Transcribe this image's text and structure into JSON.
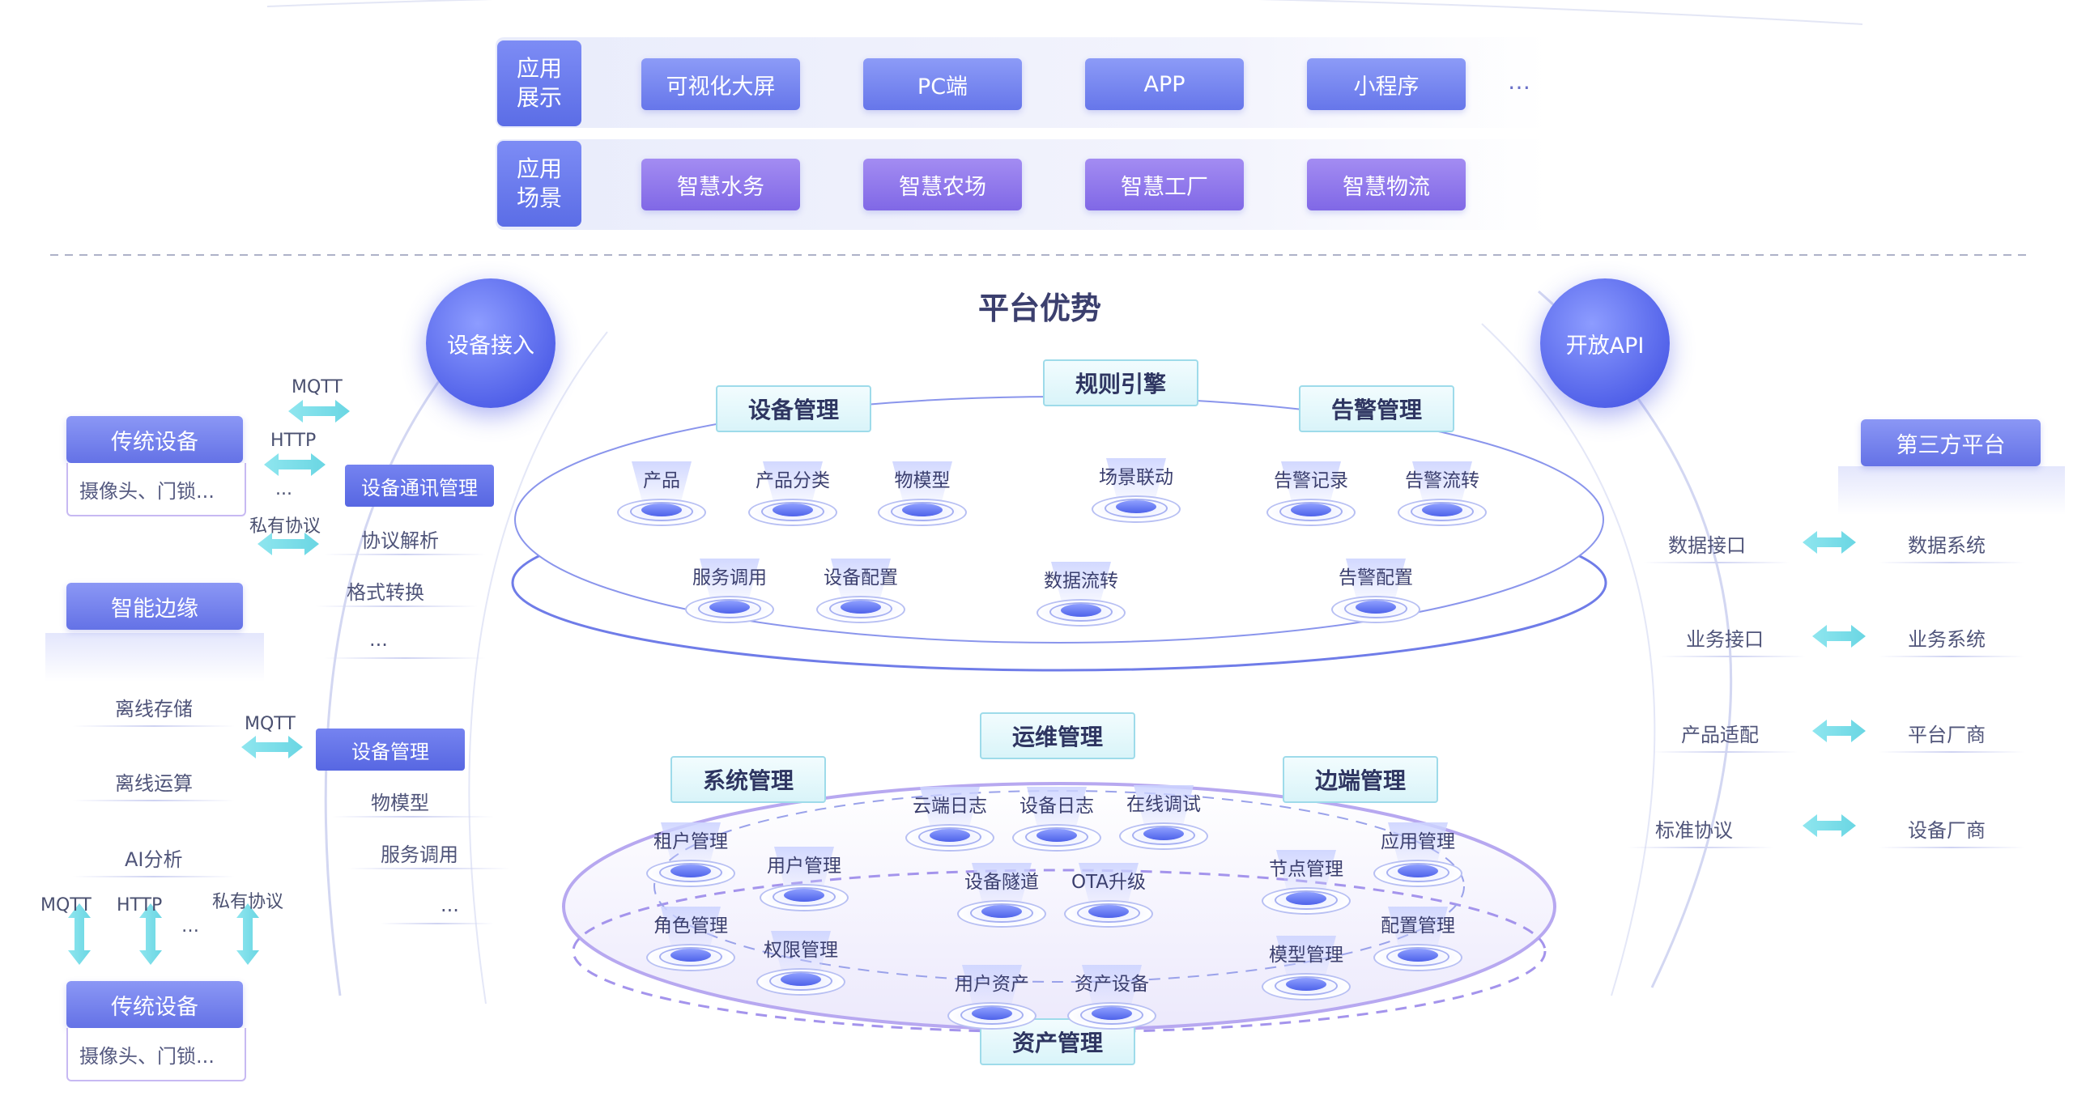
{
  "top": {
    "display_label": "应用\n展示",
    "display_items": [
      "可视化大屏",
      "PC端",
      "APP",
      "小程序"
    ],
    "display_more": "…",
    "scene_label": "应用\n场景",
    "scene_items": [
      "智慧水务",
      "智慧农场",
      "智慧工厂",
      "智慧物流"
    ]
  },
  "center_title": "平台优势",
  "device_access": "设备接入",
  "open_api": "开放API",
  "left": {
    "traditional_title": "传统设备",
    "traditional_sub": "摄像头、门锁...",
    "edge_title": "智能边缘",
    "edge_items": [
      "离线存储",
      "离线运算",
      "AI分析"
    ],
    "bottom_title": "传统设备",
    "bottom_sub": "摄像头、门锁...",
    "protocols_top": [
      "MQTT",
      "HTTP",
      "...",
      "私有协议"
    ],
    "protocol_mid": "MQTT",
    "vert_protocols": [
      "MQTT",
      "HTTP",
      "…",
      "私有协议"
    ]
  },
  "access": {
    "comm_title": "设备通讯管理",
    "comm_items": [
      "协议解析",
      "格式转换",
      "..."
    ],
    "dev_title": "设备管理",
    "dev_items": [
      "物模型",
      "服务调用",
      "..."
    ]
  },
  "upper": {
    "boxes": [
      "设备管理",
      "规则引擎",
      "告警管理"
    ],
    "nodes": [
      "产品",
      "产品分类",
      "物模型",
      "场景联动",
      "告警记录",
      "告警流转",
      "服务调用",
      "设备配置",
      "数据流转",
      "告警配置"
    ]
  },
  "lower": {
    "boxes": [
      "运维管理",
      "系统管理",
      "边端管理",
      "资产管理"
    ],
    "nodes": [
      "云端日志",
      "设备日志",
      "在线调试",
      "租户管理",
      "用户管理",
      "应用管理",
      "设备隧道",
      "OTA升级",
      "节点管理",
      "角色管理",
      "配置管理",
      "权限管理",
      "模型管理",
      "用户资产",
      "资产设备"
    ]
  },
  "api": {
    "items": [
      "数据接口",
      "业务接口",
      "产品适配",
      "标准协议"
    ]
  },
  "third": {
    "title": "第三方平台",
    "items": [
      "数据系统",
      "业务系统",
      "平台厂商",
      "设备厂商"
    ]
  },
  "colors": {
    "primary": "#5b6de6",
    "purple": "#8068e6",
    "cyan": "#7ee0ea",
    "outline": "#c3c9f0"
  }
}
